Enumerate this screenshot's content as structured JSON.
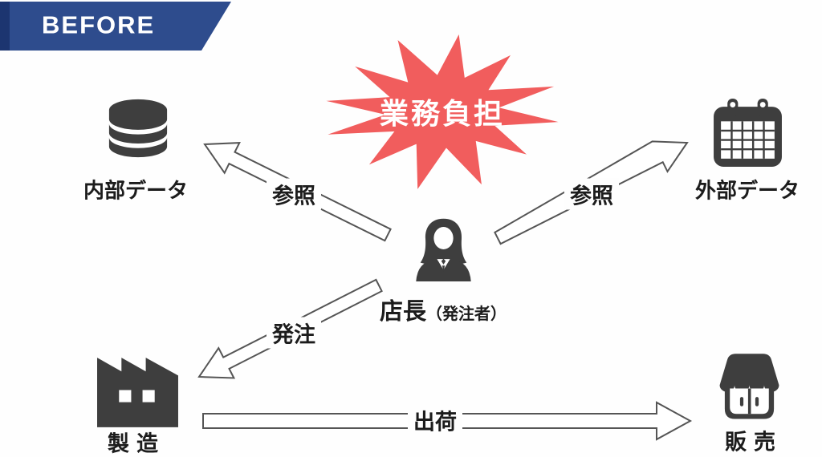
{
  "badge": {
    "label": "BEFORE"
  },
  "burst": {
    "label": "業務負担"
  },
  "nodes": {
    "internal_data": {
      "label": "内部データ"
    },
    "external_data": {
      "label": "外部データ"
    },
    "manager": {
      "label": "店長",
      "sublabel": "（発注者）"
    },
    "manufacturing": {
      "label": "製造"
    },
    "sales": {
      "label": "販売"
    }
  },
  "arrows": {
    "ref_left": {
      "label": "参照",
      "from": "店長",
      "to": "内部データ"
    },
    "ref_right": {
      "label": "参照",
      "from": "店長",
      "to": "外部データ"
    },
    "order": {
      "label": "発注",
      "from": "店長",
      "to": "製造"
    },
    "ship": {
      "label": "出荷",
      "from": "製造",
      "to": "販売"
    }
  },
  "colors": {
    "badge_blue": "#2e4c8d",
    "badge_blue_dark": "#1c3570",
    "burst_red": "#f15d5d",
    "icon_gray": "#3e3e3e",
    "text_dark": "#1c1c1c",
    "arrow_outline": "#555555"
  }
}
